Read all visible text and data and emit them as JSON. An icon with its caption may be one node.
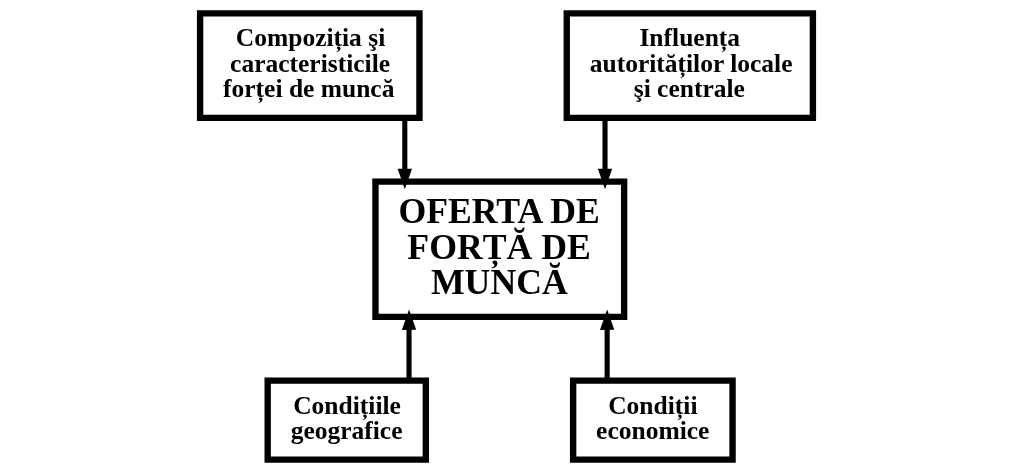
{
  "diagram": {
    "nodes": [
      {
        "text": [
          "Compoziția şi caracteristicile forței de muncă"
        ]
      },
      {
        "text": [
          "Influența autorităților locale şi centrale"
        ]
      },
      {
        "text": [
          "OFERTA DE FORȚĂ DE MUNCĂ"
        ]
      },
      {
        "text": [
          "Condițiile geografice"
        ]
      },
      {
        "text": [
          "Condiții economice"
        ]
      }
    ],
    "edges": [
      {
        "from": 0,
        "to": 2,
        "arrow": "to"
      },
      {
        "from": 1,
        "to": 2,
        "arrow": "to"
      },
      {
        "from": 3,
        "to": 2,
        "arrow": "to"
      },
      {
        "from": 4,
        "to": 2,
        "arrow": "to"
      }
    ]
  }
}
